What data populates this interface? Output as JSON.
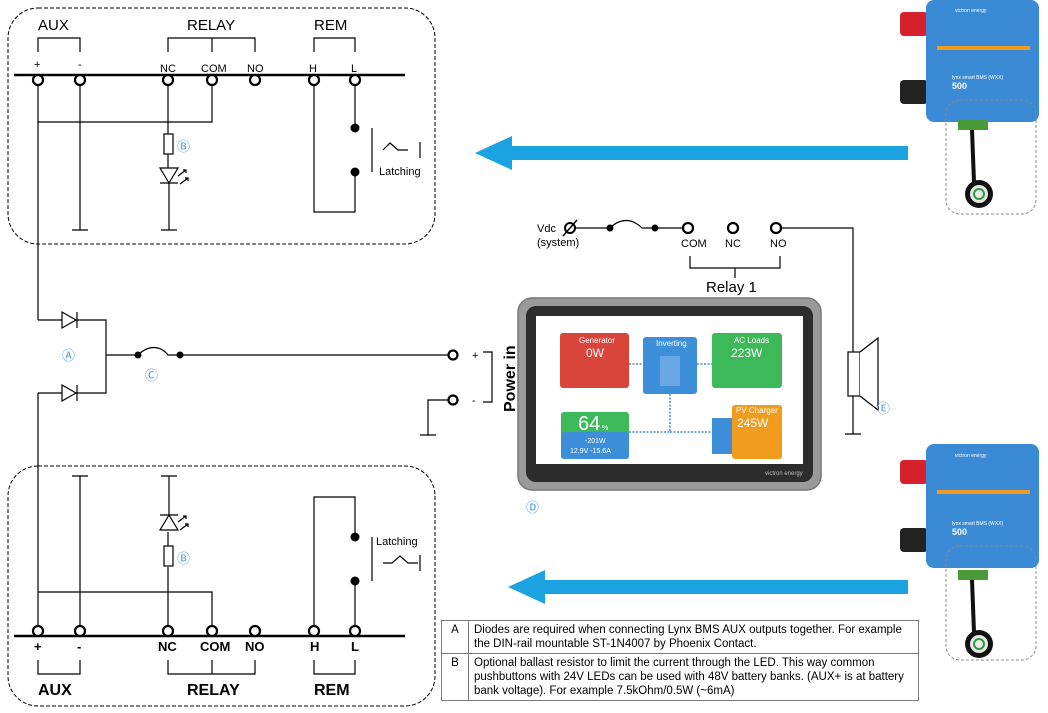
{
  "top_panel": {
    "aux_label": "AUX",
    "relay_label": "RELAY",
    "rem_label": "REM",
    "terminals": [
      "+",
      "-",
      "NC",
      "COM",
      "NO",
      "H",
      "L"
    ],
    "latching_label": "Latching"
  },
  "bottom_panel": {
    "aux_label": "AUX",
    "relay_label": "RELAY",
    "rem_label": "REM",
    "terminals": [
      "+",
      "-",
      "NC",
      "COM",
      "NO",
      "H",
      "L"
    ],
    "latching_label": "Latching"
  },
  "callouts": {
    "a": "Ⓐ",
    "b": "Ⓑ",
    "c": "Ⓒ",
    "d": "Ⓓ",
    "e": "Ⓔ"
  },
  "relay_block": {
    "vdc": "Vdc",
    "system": "(system)",
    "com": "COM",
    "nc": "NC",
    "no": "NO",
    "title": "Relay 1"
  },
  "power_in": {
    "label": "Power in",
    "plus": "+",
    "minus": "-"
  },
  "gx_display": {
    "generator_title": "Generator",
    "generator_value": "0W",
    "inverting_title": "Inverting",
    "ac_loads_title": "AC Loads",
    "ac_loads_value": "223W",
    "battery_percent": "64",
    "battery_percent_unit": "%",
    "battery_power": "-201W",
    "battery_detail": "12.9V  -15.6A",
    "pv_title": "PV Charger",
    "pv_value": "245W",
    "brand": "victron energy"
  },
  "bms_device": {
    "brand": "victron energy",
    "model_line": "lynx smart BMS (WXX)",
    "model_number": "500"
  },
  "legend": [
    {
      "key": "A",
      "text": "Diodes are required when connecting Lynx BMS AUX outputs together. For example the DIN-rail mountable ST-1N4007 by Phoenix Contact."
    },
    {
      "key": "B",
      "text": "Optional ballast resistor to limit the current through the LED. This way common pushbuttons with 24V LEDs can be used with 48V battery banks. (AUX+ is at battery bank voltage). For example 7.5kOhm/0.5W (~6mA)"
    }
  ],
  "colors": {
    "accent_blue": "#1aa3e0",
    "victron_blue": "#3c8fd8",
    "callout_blue": "#4a9fd8"
  }
}
